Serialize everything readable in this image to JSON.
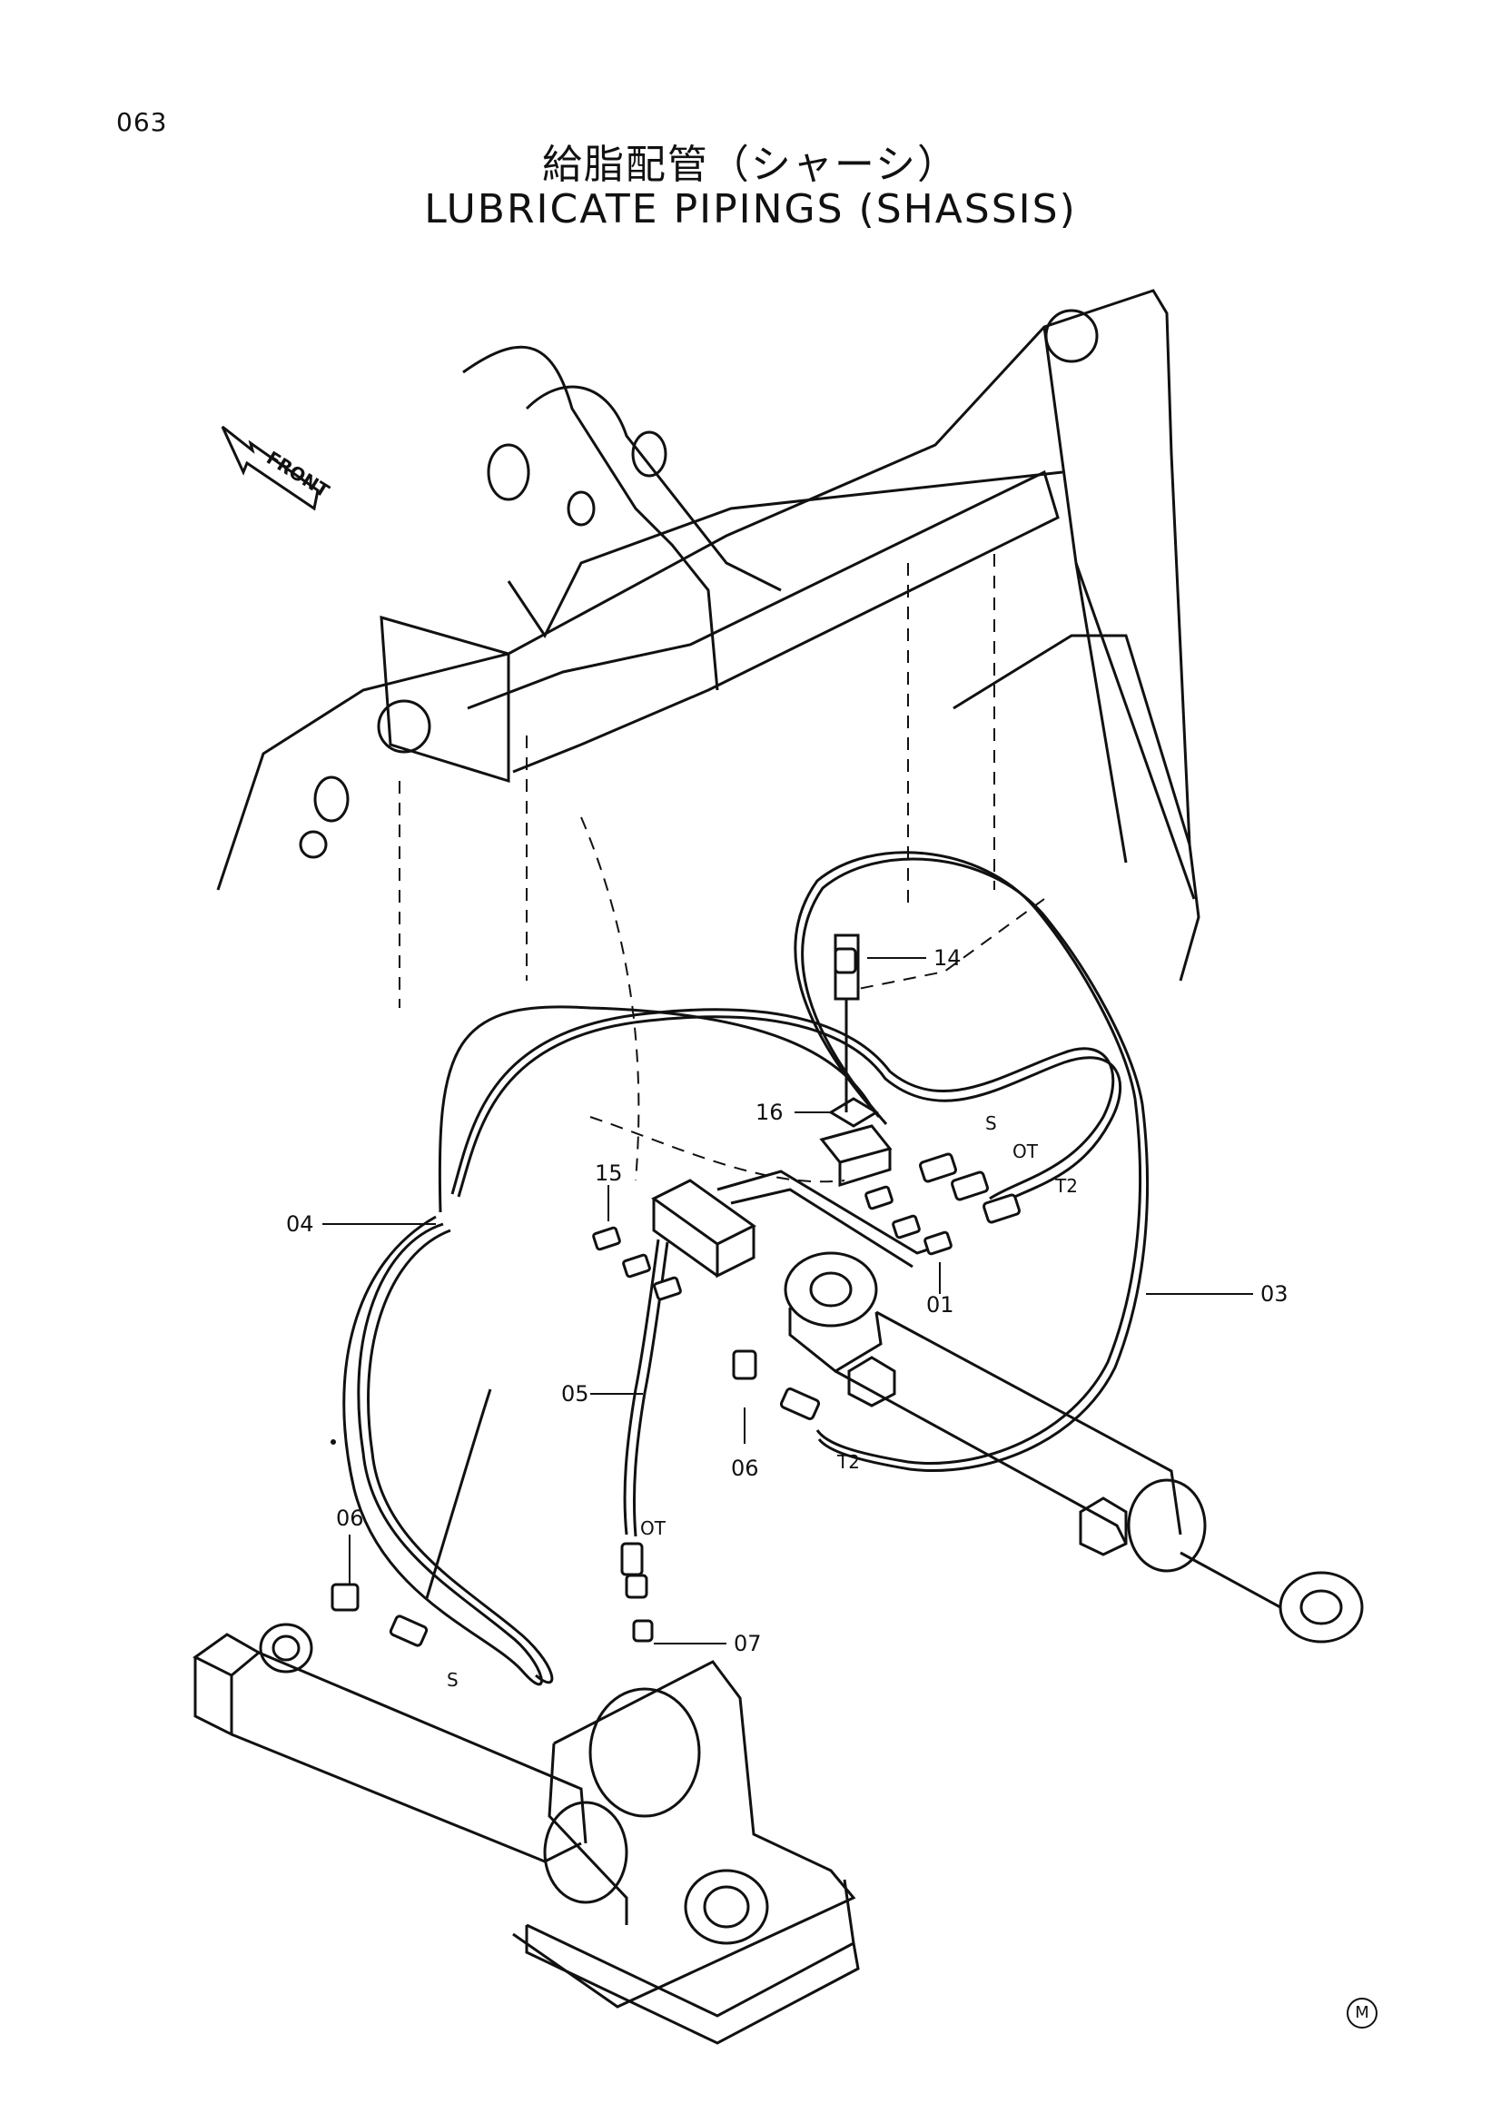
{
  "page_number": "063",
  "title_jp": "給脂配管（シャーシ）",
  "title_en": "LUBRICATE PIPINGS (SHASSIS)",
  "front_label": "FRONT",
  "callouts": {
    "c01": "01",
    "c03": "03",
    "c04": "04",
    "c05": "05",
    "c06a": "06",
    "c06b": "06",
    "c07": "07",
    "c14": "14",
    "c15": "15",
    "c16": "16"
  },
  "pipe_labels": {
    "s_top": "S",
    "ot_top": "OT",
    "t2_top": "T2",
    "t2_bottom": "T2",
    "ot_bottom": "OT",
    "s_bottom": "S"
  },
  "corner_mark": "M"
}
